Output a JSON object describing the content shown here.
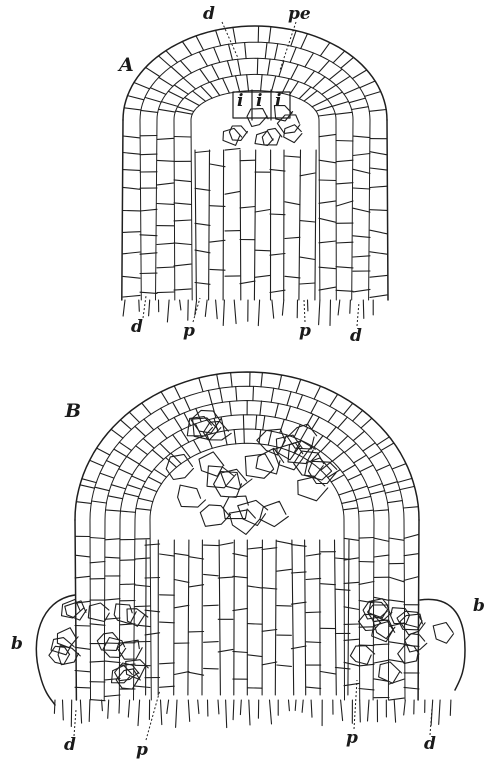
{
  "figure_a": {
    "panel_label": "A",
    "labels": {
      "d_top": "d",
      "pe": "pe",
      "i1": "i",
      "i2": "i",
      "i3": "i",
      "d_left": "d",
      "p_left": "p",
      "p_right": "p",
      "d_right": "d"
    }
  },
  "figure_b": {
    "panel_label": "B",
    "labels": {
      "b_left": "b",
      "b_right": "b",
      "d_left": "d",
      "p_left": "p",
      "p_right": "p",
      "d_right": "d"
    }
  },
  "colors": {
    "ink": "#1f1f1f",
    "paper": "#ffffff"
  }
}
